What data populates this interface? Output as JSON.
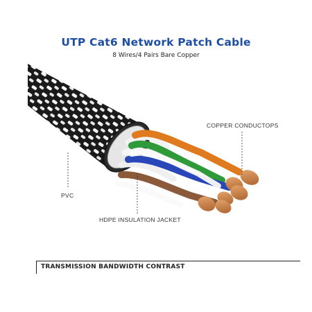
{
  "header": {
    "title": "UTP Cat6 Network Patch Cable",
    "subtitle": "8 Wires/4 Pairs Bare Copper"
  },
  "labels": {
    "copper": "COPPER CONDUCTOPS",
    "pvc": "PVC",
    "hdpe": "HDPE INSULATION JACKET"
  },
  "footer": {
    "section_title": "TRANSMISSION BANDWIDTH CONTRAST"
  },
  "colors": {
    "title": "#1f4fa3",
    "braid_dark": "#1a1a1a",
    "braid_light": "#f4f4f4",
    "wire_orange": "#e07a1f",
    "wire_green": "#2e9a3a",
    "wire_blue": "#2947b8",
    "wire_brown": "#8a5a3a",
    "copper": "#c97b45"
  },
  "icons": [
    "cable-illustration",
    "copper-conductor-tips"
  ]
}
